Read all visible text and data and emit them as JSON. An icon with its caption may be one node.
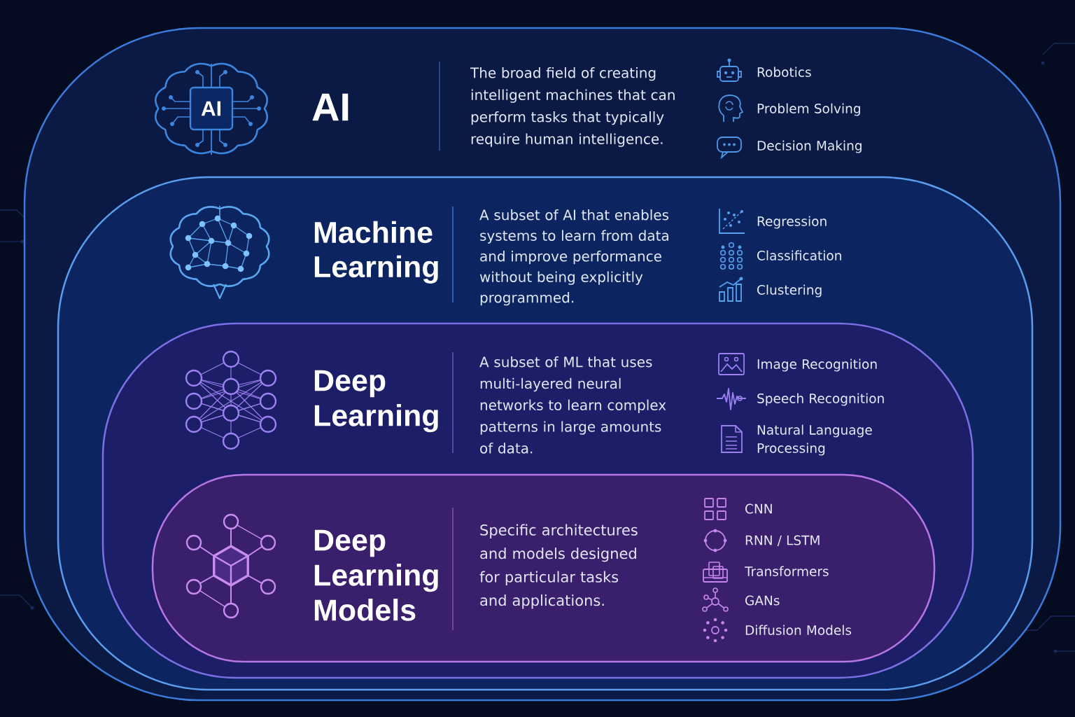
{
  "diagram": {
    "nodes": [
      {
        "text": [
          "AI",
          "The broad field of creating intelligent machines that can perform tasks that typically require human intelligence.",
          "Robotics",
          "Problem Solving",
          "Decision Making"
        ]
      },
      {
        "text": [
          "Machine Learning",
          "A subset of AI that enables systems to learn from data and improve performance without being explicitly programmed.",
          "Regression",
          "Classification",
          "Clustering"
        ],
        "in": 0
      },
      {
        "text": [
          "Deep Learning",
          "A subset of ML that uses multi-layered neural networks to learn complex patterns in large amounts of data.",
          "Image Recognition",
          "Speech Recognition",
          "Natural Language Processing"
        ],
        "in": 1
      },
      {
        "text": [
          "Deep Learning Models",
          "Specific architectures and models designed for particular tasks and applications.",
          "CNN",
          "RNN / LSTM",
          "Transformers",
          "GANs",
          "Diffusion Models"
        ],
        "in": 2
      }
    ],
    "labels": [
      "AI"
    ]
  }
}
